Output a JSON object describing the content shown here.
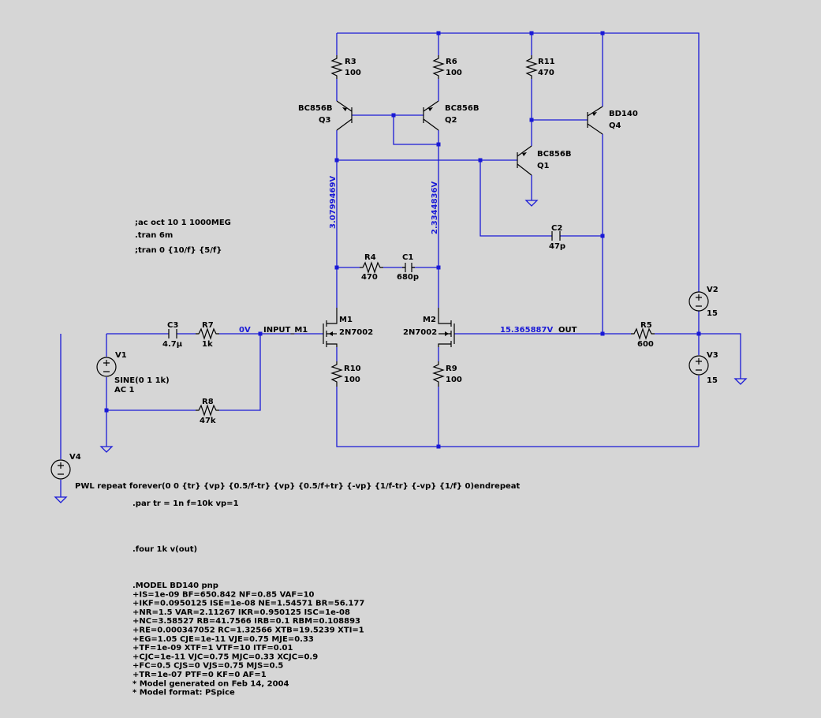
{
  "components": {
    "R3": {
      "name": "R3",
      "value": "100"
    },
    "R6": {
      "name": "R6",
      "value": "100"
    },
    "R11": {
      "name": "R11",
      "value": "470"
    },
    "Q3": {
      "name": "Q3",
      "model": "BC856B"
    },
    "Q2": {
      "name": "Q2",
      "model": "BC856B"
    },
    "Q1": {
      "name": "Q1",
      "model": "BC856B"
    },
    "Q4": {
      "name": "Q4",
      "model": "BD140"
    },
    "R4": {
      "name": "R4",
      "value": "470"
    },
    "C1": {
      "name": "C1",
      "value": "680p"
    },
    "C2": {
      "name": "C2",
      "value": "47p"
    },
    "M1": {
      "name": "M1",
      "model": "2N7002"
    },
    "M2": {
      "name": "M2",
      "model": "2N7002"
    },
    "R10": {
      "name": "R10",
      "value": "100"
    },
    "R9": {
      "name": "R9",
      "value": "100"
    },
    "R5": {
      "name": "R5",
      "value": "600"
    },
    "V2": {
      "name": "V2",
      "value": "15"
    },
    "V3": {
      "name": "V3",
      "value": "15"
    },
    "C3": {
      "name": "C3",
      "value": "4.7µ"
    },
    "R7": {
      "name": "R7",
      "value": "1k"
    },
    "V1": {
      "name": "V1",
      "value": "SINE(0 1 1k)",
      "ac": "AC 1"
    },
    "R8": {
      "name": "R8",
      "value": "47k"
    },
    "V4": {
      "name": "V4",
      "value": "PWL repeat forever(0 0 {tr} {vp} {0.5/f-tr} {vp} {0.5/f+tr} {-vp} {1/f-tr} {-vp} {1/f} 0)endrepeat"
    }
  },
  "probes": {
    "v_left": "3.0799469V",
    "v_right": "2.3344836V",
    "v_input": "0V",
    "v_out": "15.365887V"
  },
  "net_labels": {
    "input": "INPUT_M1",
    "out": "OUT"
  },
  "directives": {
    "ac": ";ac oct 10 1 1000MEG",
    "tran": ".tran 6m",
    "tran_alt": ";tran 0 {10/f} {5/f}",
    "param": ".par tr = 1n f=10k vp=1",
    "four": ".four 1k v(out)"
  },
  "model_lines": [
    ".MODEL BD140 pnp",
    "+IS=1e-09 BF=650.842 NF=0.85 VAF=10",
    "+IKF=0.0950125 ISE=1e-08 NE=1.54571 BR=56.177",
    "+NR=1.5 VAR=2.11267 IKR=0.950125 ISC=1e-08",
    "+NC=3.58527 RB=41.7566 IRB=0.1 RBM=0.108893",
    "+RE=0.000347052 RC=1.32566 XTB=19.5239 XTI=1",
    "+EG=1.05 CJE=1e-11 VJE=0.75 MJE=0.33",
    "+TF=1e-09 XTF=1 VTF=10 ITF=0.01",
    "+CJC=1e-11 VJC=0.75 MJC=0.33 XCJC=0.9",
    "+FC=0.5 CJS=0 VJS=0.75 MJS=0.5",
    "+TR=1e-07 PTF=0 KF=0 AF=1",
    "* Model generated on Feb 14, 2004",
    "* Model format: PSpice"
  ],
  "colors": {
    "background": "#d6d6d6",
    "wire": "#1a1ad6",
    "component": "#000000"
  }
}
